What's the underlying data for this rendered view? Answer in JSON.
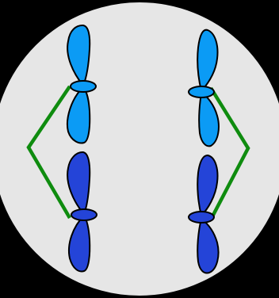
{
  "figure": {
    "description_free": true,
    "colors": {
      "background": "#000000",
      "cell_fill": "#e6e6e6",
      "cell_outline": "#000000",
      "chromosome_light": "#0b9bf5",
      "chromosome_dark": "#2444d8",
      "spindle": "#0f8c0f"
    },
    "chromosomes": [
      {
        "id": "left-top",
        "color": "chromosome_light"
      },
      {
        "id": "left-bottom",
        "color": "chromosome_dark"
      },
      {
        "id": "right-top",
        "color": "chromosome_light"
      },
      {
        "id": "right-bottom",
        "color": "chromosome_dark"
      }
    ],
    "spindle_fibers": [
      {
        "id": "left-spindle",
        "side": "left"
      },
      {
        "id": "right-spindle",
        "side": "right"
      }
    ]
  }
}
